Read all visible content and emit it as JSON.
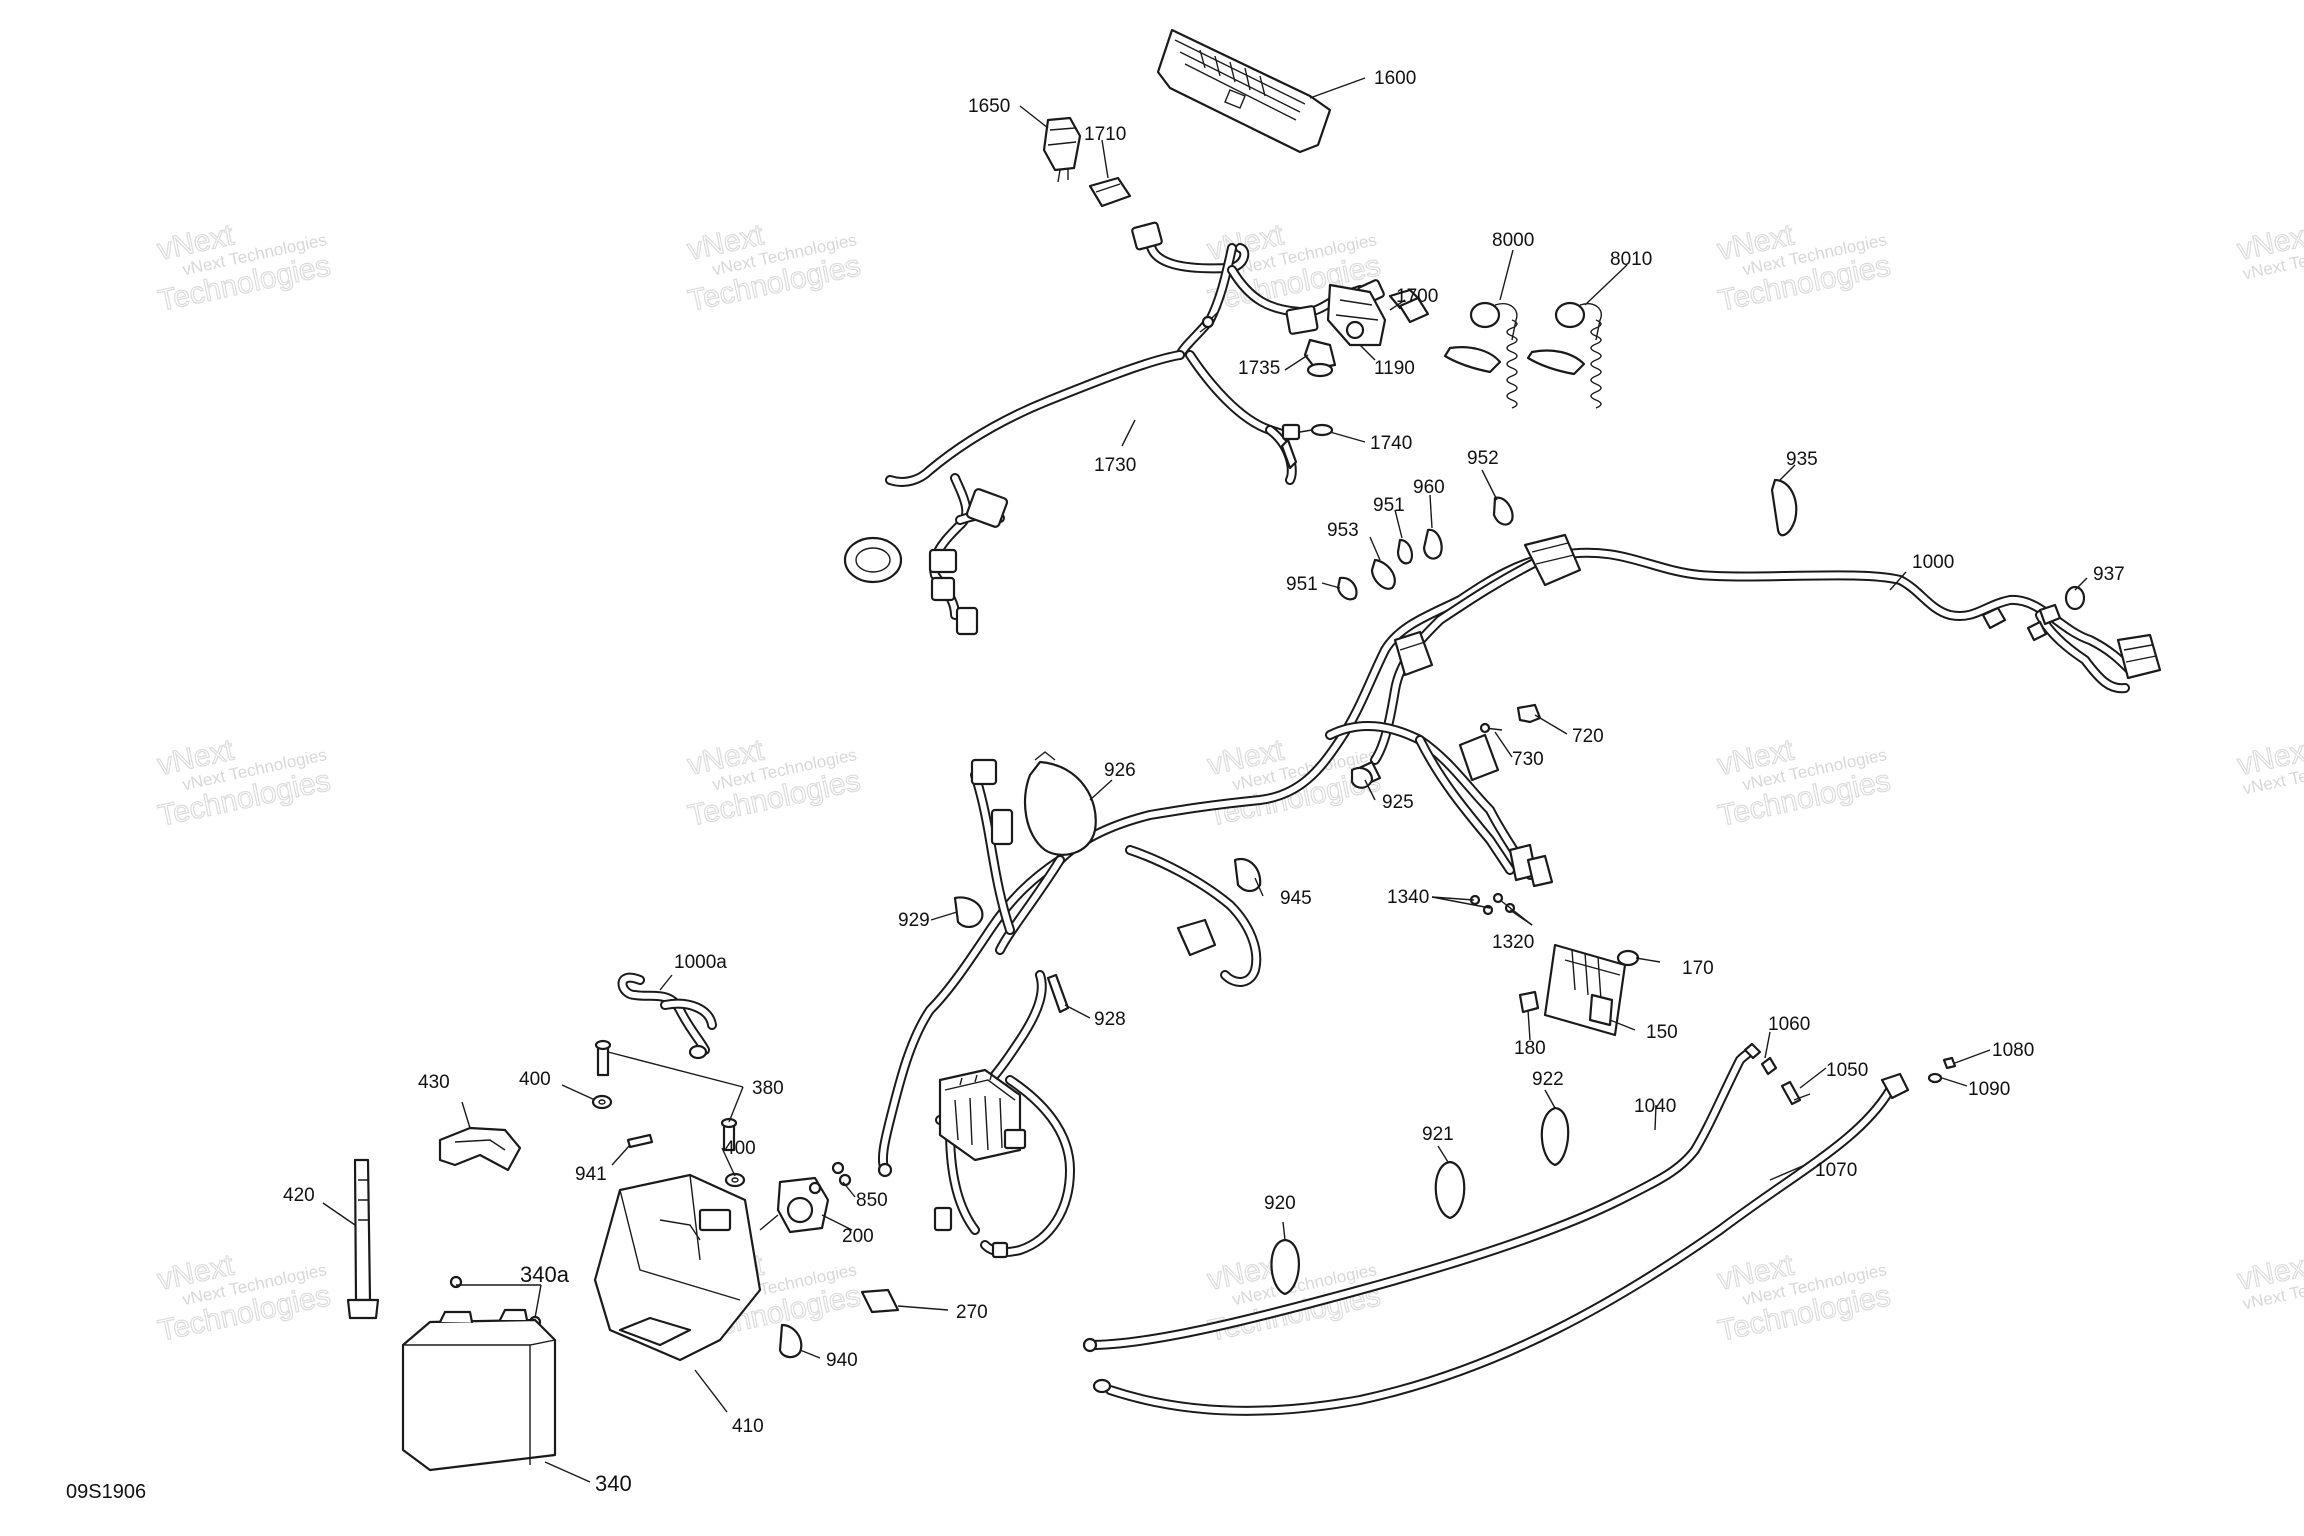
{
  "diagram_code": "09S1906",
  "watermark": {
    "line1": "vNext Technologies",
    "line2": "Technologies",
    "stamp": "vNext"
  },
  "callouts": [
    "1600",
    "1650",
    "1710",
    "1700",
    "1735",
    "1190",
    "1740",
    "1730",
    "8000",
    "8010",
    "935",
    "937",
    "1000",
    "952",
    "960",
    "951",
    "953",
    "951",
    "720",
    "730",
    "925",
    "926",
    "929",
    "945",
    "1340",
    "1320",
    "170",
    "150",
    "180",
    "928",
    "1000a",
    "380",
    "400",
    "430",
    "420",
    "941",
    "400",
    "850",
    "200",
    "340a",
    "340",
    "410",
    "940",
    "270",
    "1060",
    "1050",
    "1080",
    "1090",
    "1040",
    "1070",
    "922",
    "921",
    "920"
  ]
}
